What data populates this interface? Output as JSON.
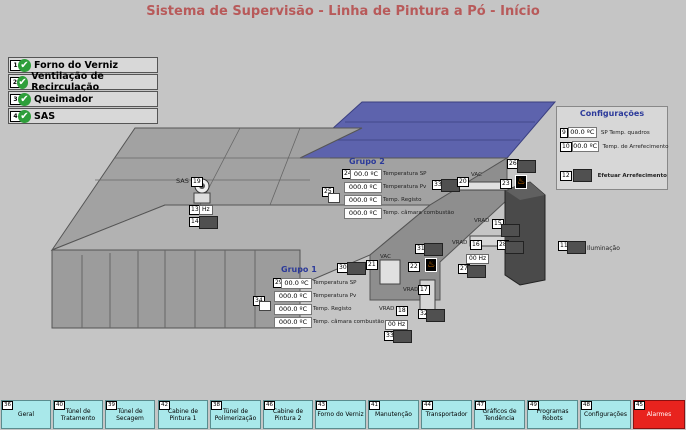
{
  "title": "Sistema de Supervisão - Linha de Pintura a Pó - Início",
  "status_items": [
    {
      "num": "1",
      "label": "Forno do Verniz"
    },
    {
      "num": "2",
      "label": "Ventilação de Recirculação"
    },
    {
      "num": "3",
      "label": "Queimador"
    },
    {
      "num": "4",
      "label": "SAS"
    }
  ],
  "grupo2": {
    "title": "Grupo 2",
    "tag": "24",
    "rows": [
      {
        "value": "00.0 ºC",
        "label": "Temperatura SP"
      },
      {
        "value": "000.0 ºC",
        "label": "Temperatura Pv"
      },
      {
        "value": "000.0 ºC",
        "label": "Temp. Registo"
      },
      {
        "value": "000.0 ºC",
        "label": "Temp. câmara combustão"
      }
    ],
    "plot_tag": "25"
  },
  "grupo1": {
    "title": "Grupo 1",
    "tag": "29",
    "rows": [
      {
        "value": "00.0 ºC",
        "label": "Temperatura SP"
      },
      {
        "value": "000.0 ºC",
        "label": "Temperatura Pv"
      },
      {
        "value": "000.0 ºC",
        "label": "Temp. Registo"
      },
      {
        "value": "000.0 ºC",
        "label": "Temp. câmara combustão"
      }
    ],
    "plot_tag": "34"
  },
  "sas": {
    "label": "SAS",
    "tag": "19",
    "hz_tag": "13",
    "hz": "Hz",
    "btn_tag": "14"
  },
  "equipment": {
    "vac": "VAC",
    "vrad": "VRAD",
    "hz_value": "00 Hz",
    "tags": {
      "t20": "20",
      "t21": "21",
      "t22": "22",
      "t23": "23",
      "t26": "26",
      "t15": "15",
      "t16": "16",
      "t17": "17",
      "t18": "18",
      "t27": "27",
      "t28": "28",
      "t30": "30",
      "t31": "31",
      "t32": "32",
      "t33": "33",
      "t35": "35",
      "t11": "11"
    },
    "lighting": "Iluminação"
  },
  "config": {
    "title": "Configurações",
    "rows": [
      {
        "num": "9",
        "value": "00.0 ºC",
        "label": "SP Temp. quadros"
      },
      {
        "num": "10",
        "value": "00.0 ºC",
        "label": "Temp. de Arrefecimento"
      }
    ],
    "btn_num": "12",
    "btn_label": "Efetuar Arrefecimento"
  },
  "nav": [
    {
      "num": "36",
      "label": "Geral"
    },
    {
      "num": "40",
      "label": "Túnel de Tratamento"
    },
    {
      "num": "39",
      "label": "Túnel de Secagem"
    },
    {
      "num": "42",
      "label": "Cabine de Pintura 1"
    },
    {
      "num": "38",
      "label": "Túnel de Polimerização"
    },
    {
      "num": "46",
      "label": "Cabine de Pintura 2"
    },
    {
      "num": "43",
      "label": "Forno do Verniz"
    },
    {
      "num": "41",
      "label": "Manutenção"
    },
    {
      "num": "44",
      "label": "Transportador"
    },
    {
      "num": "47",
      "label": "Gráficos de Tendência"
    },
    {
      "num": "49",
      "label": "Programas Robots"
    },
    {
      "num": "48",
      "label": "Configurações"
    },
    {
      "num": "45",
      "label": "Alarmes"
    }
  ],
  "colors": {
    "nav_bg": "#a9e8ea",
    "alarm_bg": "#e8231e",
    "title": "#b85a5a",
    "roof_blue": "#5d63ad"
  }
}
